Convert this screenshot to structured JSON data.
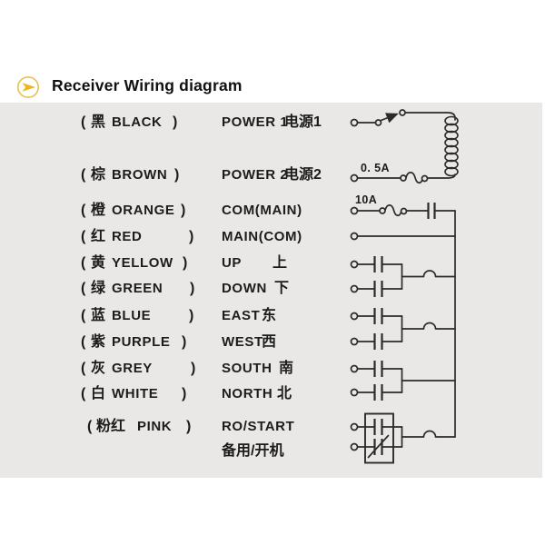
{
  "header": {
    "title": "Receiver Wiring diagram"
  },
  "colors": {
    "page-bg": "#ffffff",
    "panel-bg": "#e9e8e6",
    "ink": "#2b2b2b",
    "text": "#1c1c1c",
    "title": "#101010",
    "gold-ring": "#e4c654",
    "gold-fill": "#f0b31a"
  },
  "punctuation": {
    "open": "(",
    "close": ")"
  },
  "legend_rows": [
    {
      "color_cn": "黑",
      "color_en": "BLACK",
      "function_en": "POWER 1",
      "function_cn": "电源1"
    },
    {
      "color_cn": "棕",
      "color_en": "BROWN",
      "function_en": "POWER 2",
      "function_cn": "电源2"
    },
    {
      "color_cn": "橙",
      "color_en": "ORANGE",
      "function_en": "COM(MAIN)",
      "function_cn": ""
    },
    {
      "color_cn": "红",
      "color_en": "RED",
      "function_en": "MAIN(COM)",
      "function_cn": ""
    },
    {
      "color_cn": "黄",
      "color_en": "YELLOW",
      "function_en": "UP",
      "function_cn": "上"
    },
    {
      "color_cn": "绿",
      "color_en": "GREEN",
      "function_en": "DOWN",
      "function_cn": "下"
    },
    {
      "color_cn": "蓝",
      "color_en": "BLUE",
      "function_en": "EAST",
      "function_cn": "东"
    },
    {
      "color_cn": "紫",
      "color_en": "PURPLE",
      "function_en": "WEST",
      "function_cn": "西"
    },
    {
      "color_cn": "灰",
      "color_en": "GREY",
      "function_en": "SOUTH",
      "function_cn": "南"
    },
    {
      "color_cn": "白",
      "color_en": "WHITE",
      "function_en": "NORTH",
      "function_cn": "北"
    },
    {
      "color_cn": "粉红",
      "color_en": "PINK",
      "function_en": "RO/START",
      "function_cn": "",
      "function_cn_line2": "备用/开机"
    }
  ],
  "schematic": {
    "fuse_small_label": "0. 5A",
    "fuse_large_label": "10A"
  }
}
